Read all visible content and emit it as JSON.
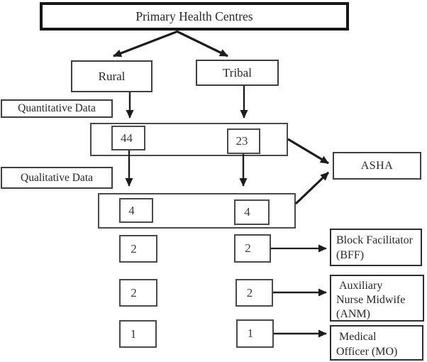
{
  "diagram": {
    "title": "Primary Health Centres",
    "branches": {
      "rural": "Rural",
      "tribal": "Tribal"
    },
    "data_types": {
      "quantitative": "Quantitative Data",
      "qualitative": "Qualitative Data"
    },
    "counts": {
      "quantitative": {
        "rural": "44",
        "tribal": "23"
      },
      "qualitative": {
        "rural": "4",
        "tribal": "4"
      },
      "block_facilitator": {
        "rural": "2",
        "tribal": "2"
      },
      "anm": {
        "rural": "2",
        "tribal": "2"
      },
      "medical_officer": {
        "rural": "1",
        "tribal": "1"
      }
    },
    "personnel": {
      "asha": "ASHA",
      "block_facilitator": "Block Facilitator\n(BFF)",
      "anm": " Auxiliary\nNurse Midwife\n(ANM)",
      "medical_officer": " Medical\nOfficer (MO)"
    },
    "colors": {
      "line": "#1c1c1c",
      "box_border": "#3f3f3f",
      "text": "#272727"
    }
  }
}
